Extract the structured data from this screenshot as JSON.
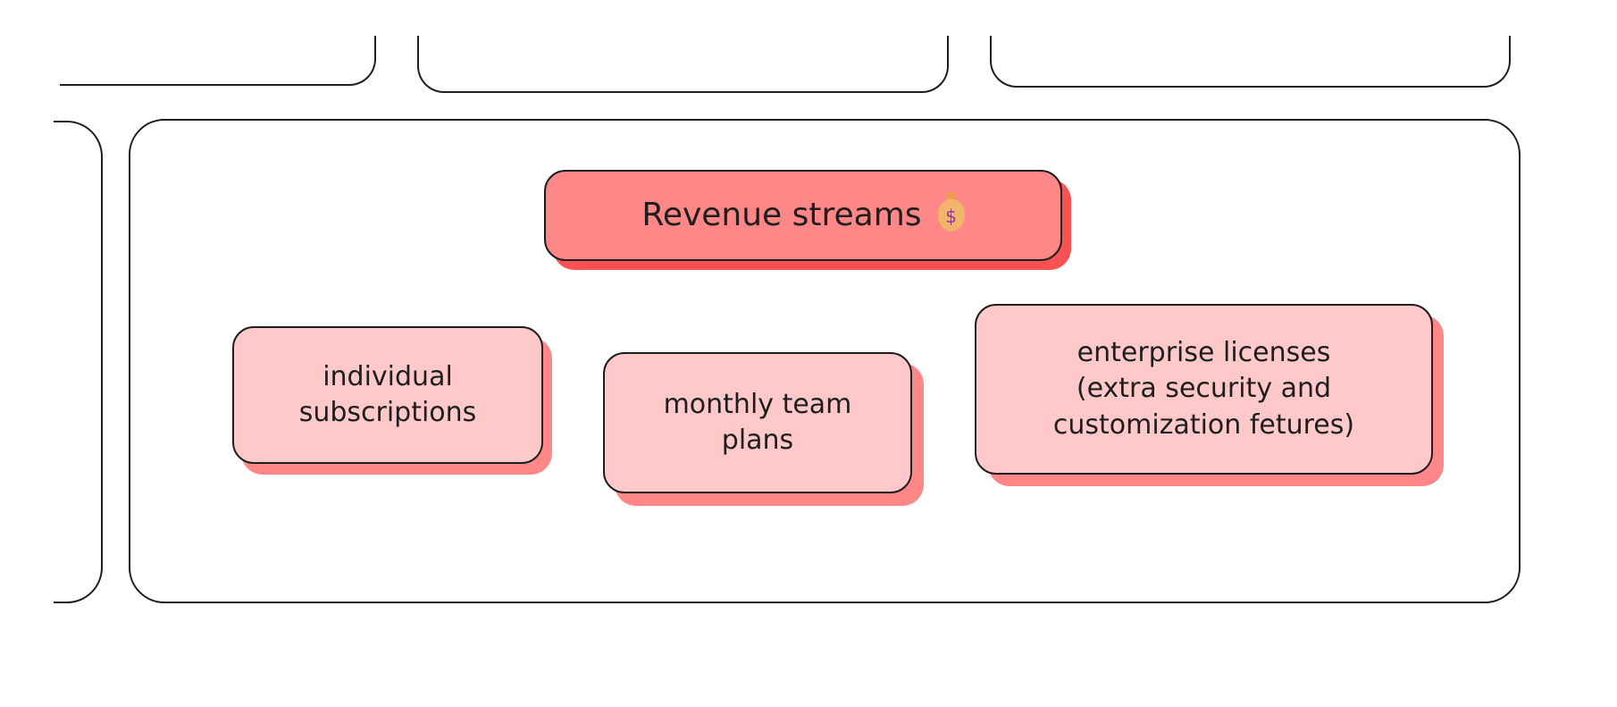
{
  "diagram": {
    "title": {
      "label": "Revenue streams",
      "icon": "money-bag-icon",
      "icon_glyph": "$"
    },
    "streams": [
      {
        "label": "individual\nsubscriptions"
      },
      {
        "label": "monthly team\nplans"
      },
      {
        "label": "enterprise licenses\n(extra security and\ncustomization fetures)"
      }
    ],
    "colors": {
      "title_fill": "#ff8787",
      "title_shadow": "#fa5252",
      "card_fill": "#ffc9c9",
      "card_shadow": "#ff8787",
      "stroke": "#1e1e1e"
    }
  }
}
